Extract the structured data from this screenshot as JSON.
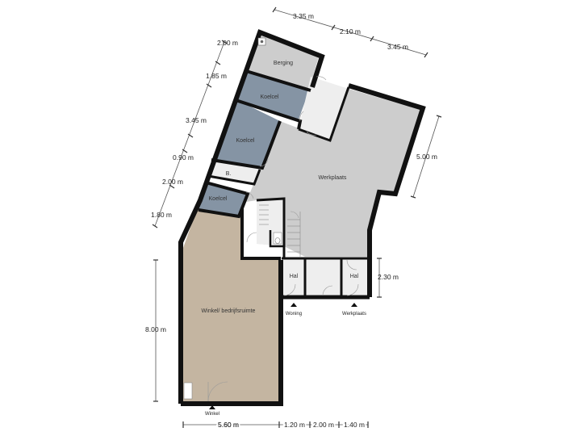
{
  "plan": {
    "colors": {
      "shop": "#c4b5a1",
      "workshop": "#cdcdcd",
      "storage": "#cdcdcd",
      "cold_room": "#8594a4",
      "white_room": "#eeeeee",
      "wall": "#111111"
    },
    "rooms": {
      "shop": "Winkel/ bedrijfsruimte",
      "workshop": "Werkplaats",
      "storage": "Berging",
      "cold_1": "Koelcel",
      "cold_2": "Koelcel",
      "cold_3": "Koelcel",
      "b_small": "B.",
      "hall_1": "Hal",
      "hall_2": "Hal"
    },
    "entrances": {
      "winkel": "Winkel",
      "woning": "Woning",
      "werkplaats": "Werkplaats"
    },
    "dimensions": {
      "top": [
        "3.35 m",
        "2.10 m",
        "3.45 m"
      ],
      "left": [
        "2.00 m",
        "1.85 m",
        "3.45 m",
        "0.90 m",
        "2.00 m",
        "1.80 m"
      ],
      "shop_height": "8.00 m",
      "workshop_right": "5.00 m",
      "hall_height": "2.30 m",
      "bottom": [
        "5.60 m",
        "1.20 m",
        "2.00 m",
        "1.40 m"
      ]
    },
    "icons": {
      "boiler": "boiler-icon",
      "toilet": "toilet-icon",
      "stairs": "staircase",
      "entry": "entrance-arrow-icon"
    }
  }
}
